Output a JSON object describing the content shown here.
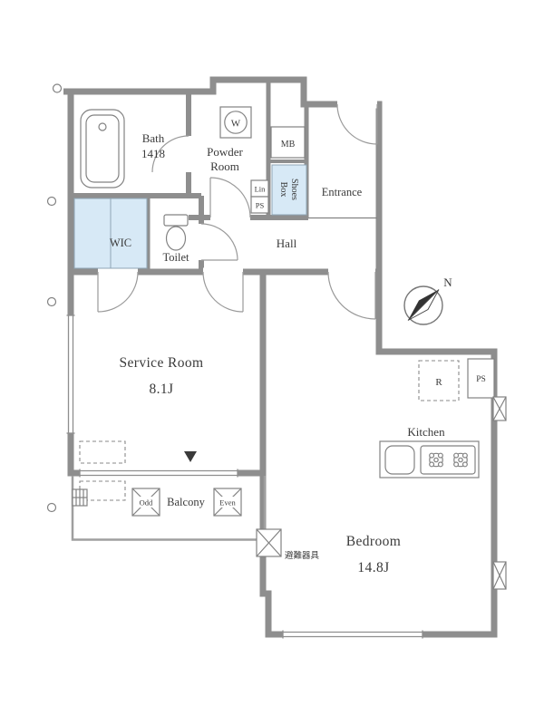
{
  "compass": {
    "north_label": "N"
  },
  "rooms": {
    "bath": {
      "name": "Bath",
      "size": "1418"
    },
    "powder_room": {
      "name_line1": "Powder",
      "name_line2": "Room"
    },
    "washing_machine": {
      "symbol": "W"
    },
    "meter_box": {
      "abbr": "MB"
    },
    "linen": {
      "abbr": "Lin"
    },
    "pipe_space_hall": {
      "abbr": "PS"
    },
    "shoes_box": {
      "name_line1": "Shoes",
      "name_line2": "Box"
    },
    "entrance": {
      "name": "Entrance"
    },
    "hall": {
      "name": "Hall"
    },
    "toilet": {
      "name": "Toilet"
    },
    "wic": {
      "abbr": "WIC"
    },
    "service_room": {
      "name": "Service Room",
      "size": "8.1J"
    },
    "kitchen": {
      "name": "Kitchen"
    },
    "refrigerator_space": {
      "abbr": "R"
    },
    "pipe_space_kitchen": {
      "abbr": "PS"
    },
    "bedroom": {
      "name": "Bedroom",
      "size": "14.8J"
    },
    "balcony": {
      "name": "Balcony",
      "marker_odd": "Odd",
      "marker_even": "Even"
    },
    "evacuation_equipment": {
      "label": "避難器具"
    }
  },
  "colors": {
    "wall": "#8e8e8e",
    "closet_fill": "#d7e9f6",
    "text": "#3a3a3a"
  }
}
